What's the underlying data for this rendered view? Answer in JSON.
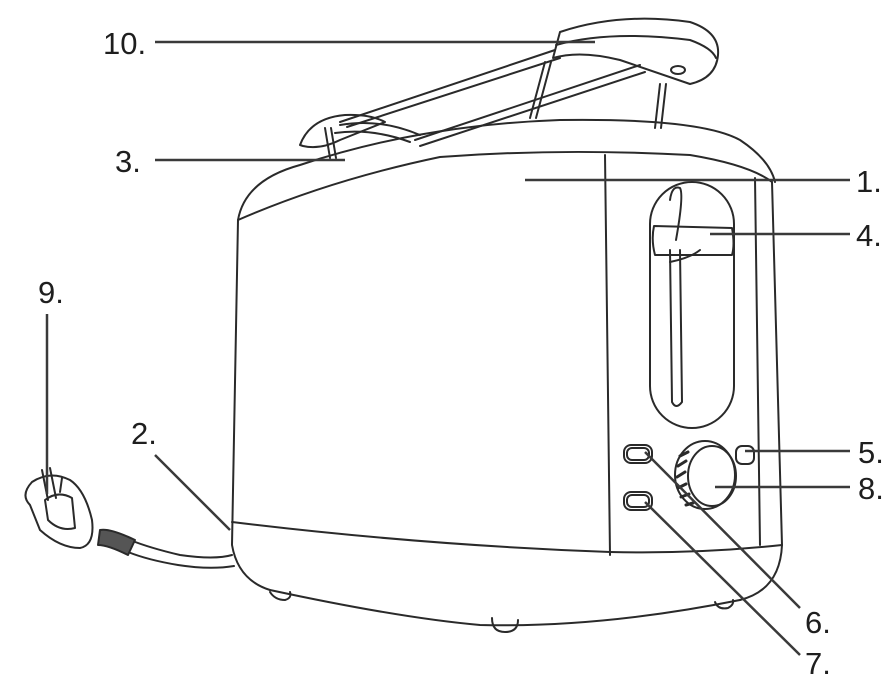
{
  "diagram": {
    "type": "exploded-parts-illustration",
    "subject": "two-slice toaster",
    "colors": {
      "line": "#2a2a2a",
      "leader": "#3a3a3a",
      "background": "#ffffff",
      "text": "#1e1e1e"
    },
    "callouts": [
      {
        "id": "1",
        "label": "1."
      },
      {
        "id": "2",
        "label": "2."
      },
      {
        "id": "3",
        "label": "3."
      },
      {
        "id": "4",
        "label": "4."
      },
      {
        "id": "5",
        "label": "5."
      },
      {
        "id": "6",
        "label": "6."
      },
      {
        "id": "7",
        "label": "7."
      },
      {
        "id": "8",
        "label": "8."
      },
      {
        "id": "9",
        "label": "9."
      },
      {
        "id": "10",
        "label": "10."
      }
    ]
  }
}
